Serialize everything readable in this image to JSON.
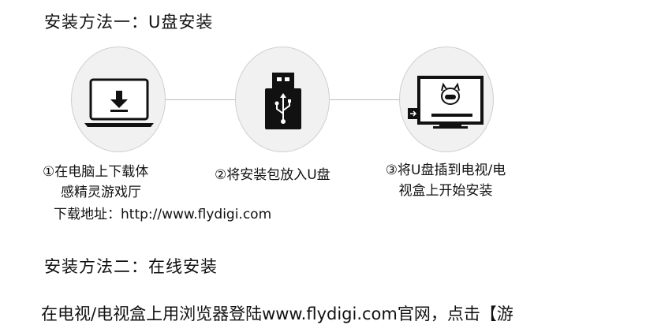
{
  "method1": {
    "title": "安装方法一：U盘安装",
    "steps": [
      {
        "line1": "①在电脑上下载体",
        "line2": "感精灵游戏厅",
        "line3": "下载地址：http://www.flydigi.com",
        "icon": "laptop-download-icon"
      },
      {
        "line1": "②将安装包放入U盘",
        "icon": "usb-drive-icon"
      },
      {
        "line1": "③将U盘插到电视/电",
        "line2": "视盒上开始安装",
        "icon": "tv-install-icon"
      }
    ]
  },
  "method2": {
    "title": "安装方法二：在线安装",
    "text": "在电视/电视盒上用浏览器登陆www.flydigi.com官网，点击【游"
  }
}
